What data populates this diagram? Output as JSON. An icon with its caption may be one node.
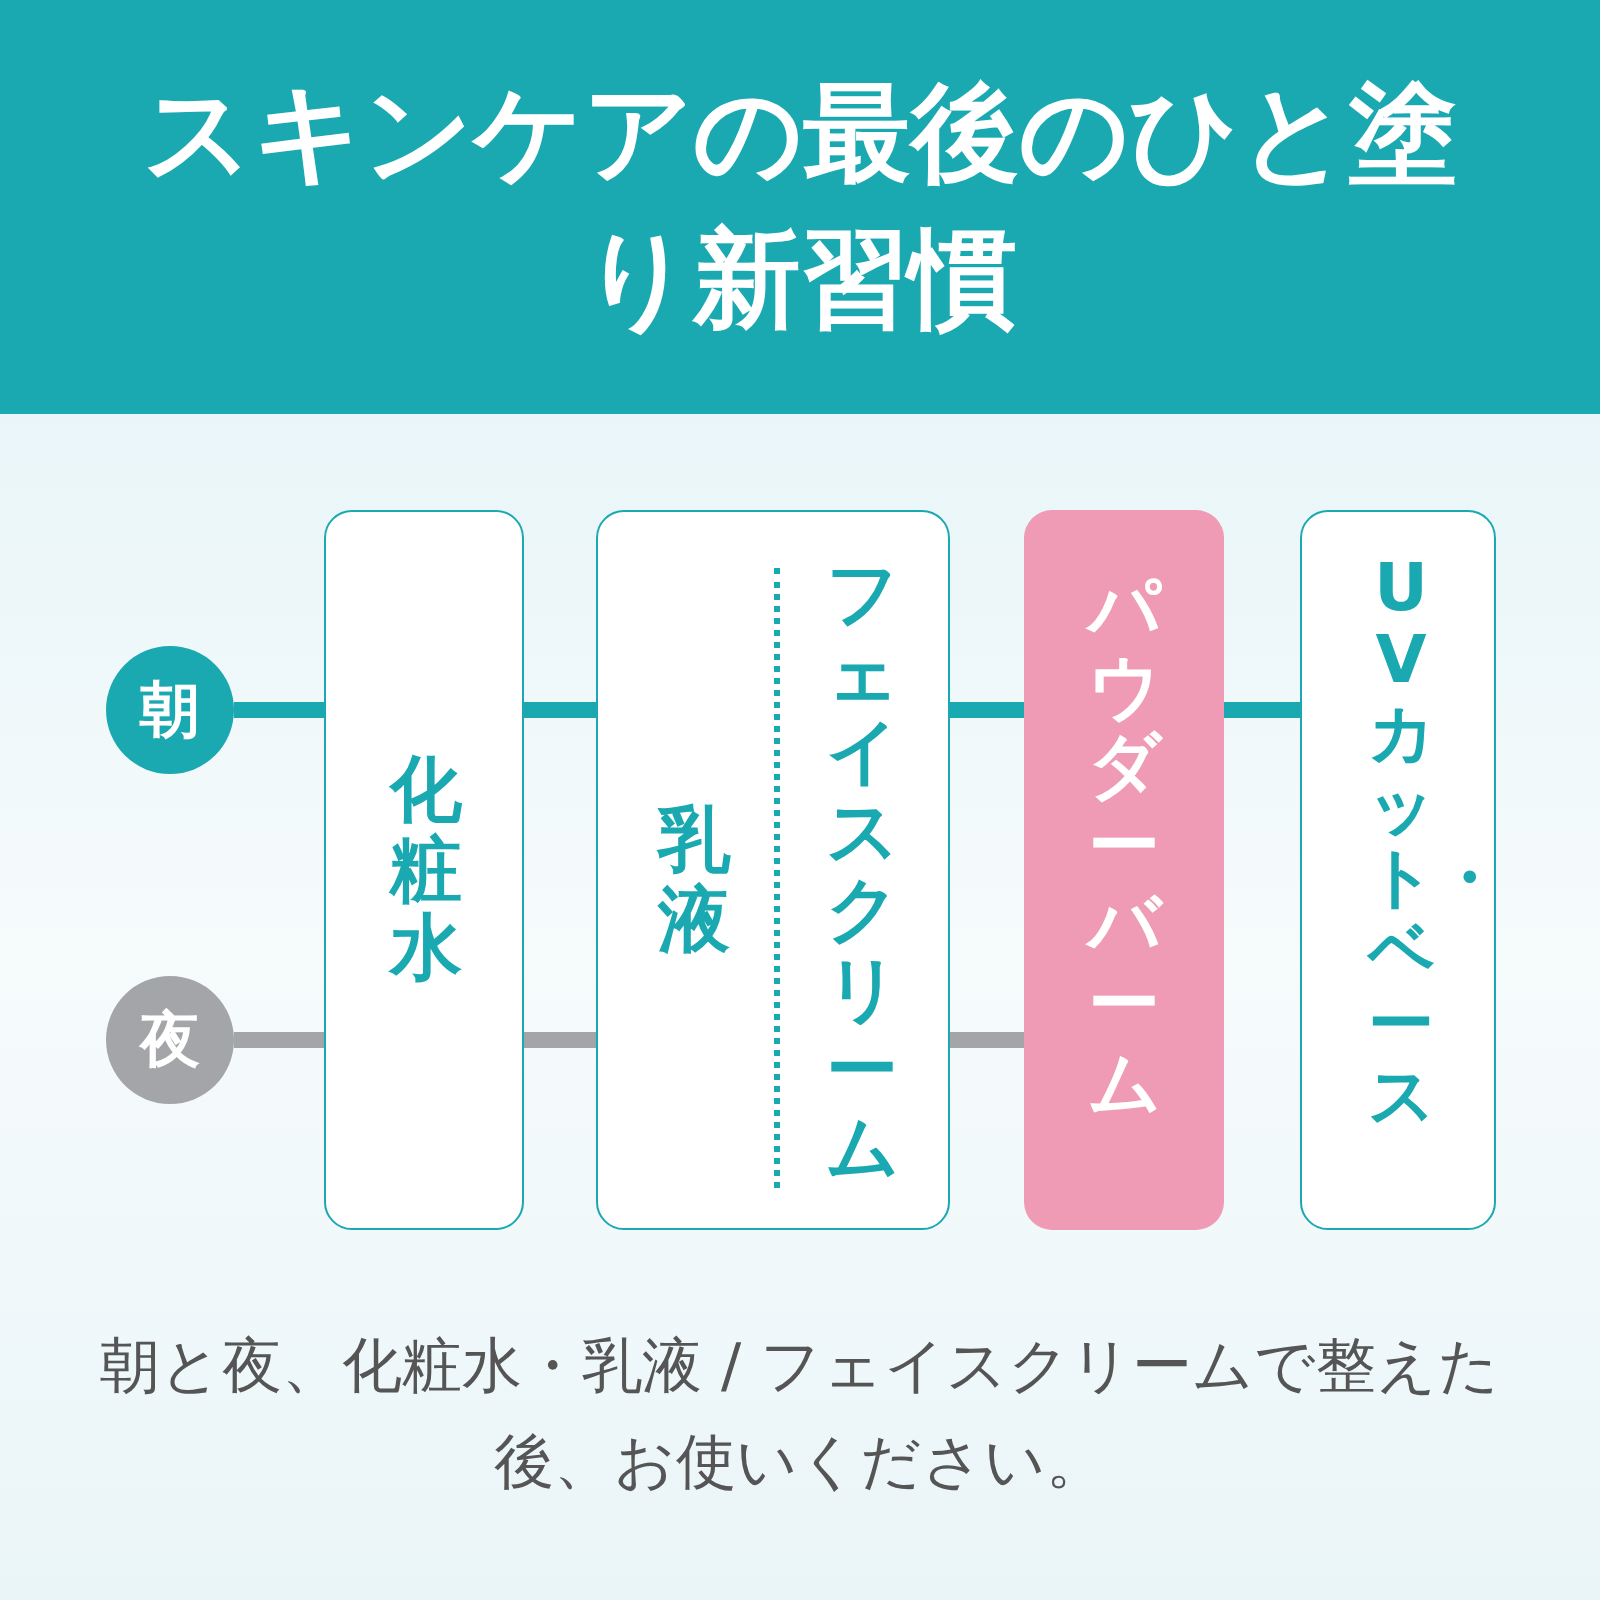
{
  "diagram": {
    "title": "スキンケアの最後のひと塗り新習慣",
    "nodes": [
      {
        "text": [
          "朝"
        ]
      },
      {
        "text": [
          "夜"
        ]
      },
      {
        "text": [
          "化粧水"
        ]
      },
      {
        "text": [
          "乳液",
          "フェイスクリーム"
        ]
      },
      {
        "text": [
          "パウダーバーム"
        ]
      },
      {
        "text": [
          "UVカット・ベース"
        ]
      }
    ],
    "edges": [
      {
        "from": 0,
        "to": 2,
        "arrow": "none"
      },
      {
        "from": 2,
        "to": 3,
        "arrow": "none"
      },
      {
        "from": 3,
        "to": 4,
        "arrow": "none"
      },
      {
        "from": 4,
        "to": 5,
        "arrow": "none"
      },
      {
        "from": 1,
        "to": 2,
        "arrow": "none",
        "color": "#a3a5a8"
      },
      {
        "from": 2,
        "to": 3,
        "arrow": "none",
        "color": "#a3a5a8"
      },
      {
        "from": 3,
        "to": 4,
        "arrow": "none",
        "color": "#a3a5a8"
      }
    ],
    "caption": "朝と夜、化粧水・乳液 / フェイスクリームで整えた後、お使いください。"
  }
}
